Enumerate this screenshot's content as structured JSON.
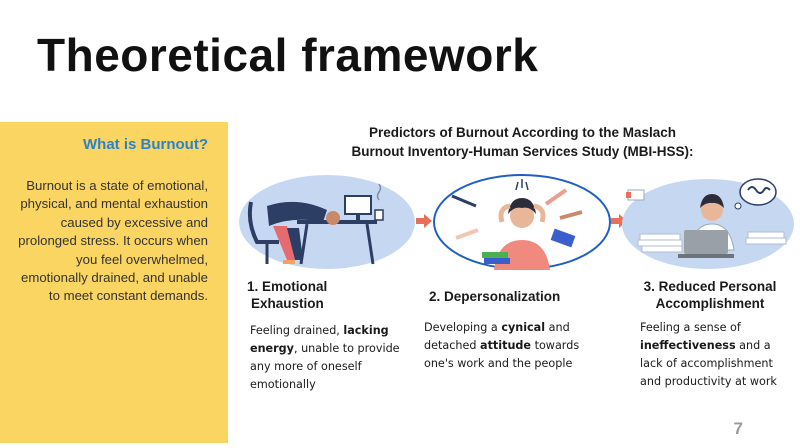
{
  "slide": {
    "title": "Theoretical framework",
    "page_number": "7"
  },
  "side_panel": {
    "heading": "What is Burnout?",
    "text": "Burnout is a state of emotional, physical, and mental exhaustion caused by excessive and prolonged stress. It occurs when you feel overwhelmed, emotionally drained, and unable to meet constant demands.",
    "background_color": "#fbd561",
    "heading_color": "#2b82cc"
  },
  "predictors": {
    "title_line1": "Predictors of Burnout According to the Maslach",
    "title_line2": "Burnout Inventory-Human Services Study (MBI-HSS):",
    "arrow_color": "#e8705a",
    "items": [
      {
        "title_line1": "1. Emotional",
        "title_line2": "Exhaustion",
        "desc": {
          "pre": "Feeling drained, ",
          "bold": "lacking energy",
          "mid": ", unable to provide any more of oneself emotionally",
          "bold2": "",
          "post": ""
        },
        "icon": "exhausted-worker-illustration"
      },
      {
        "title_line1": "2. Depersonalization",
        "title_line2": "",
        "desc": {
          "pre": "Developing a ",
          "bold": "cynical",
          "mid": " and detached ",
          "bold2": "attitude",
          "post": " towards one's work and the people"
        },
        "icon": "stressed-woman-illustration"
      },
      {
        "title_line1": "3. Reduced Personal",
        "title_line2": "Accomplishment",
        "desc": {
          "pre": "Feeling a sense of ",
          "bold": "ineffectiveness",
          "mid": " and a lack of accomplishment and productivity at work",
          "bold2": "",
          "post": ""
        },
        "icon": "overwhelmed-worker-illustration"
      }
    ]
  }
}
